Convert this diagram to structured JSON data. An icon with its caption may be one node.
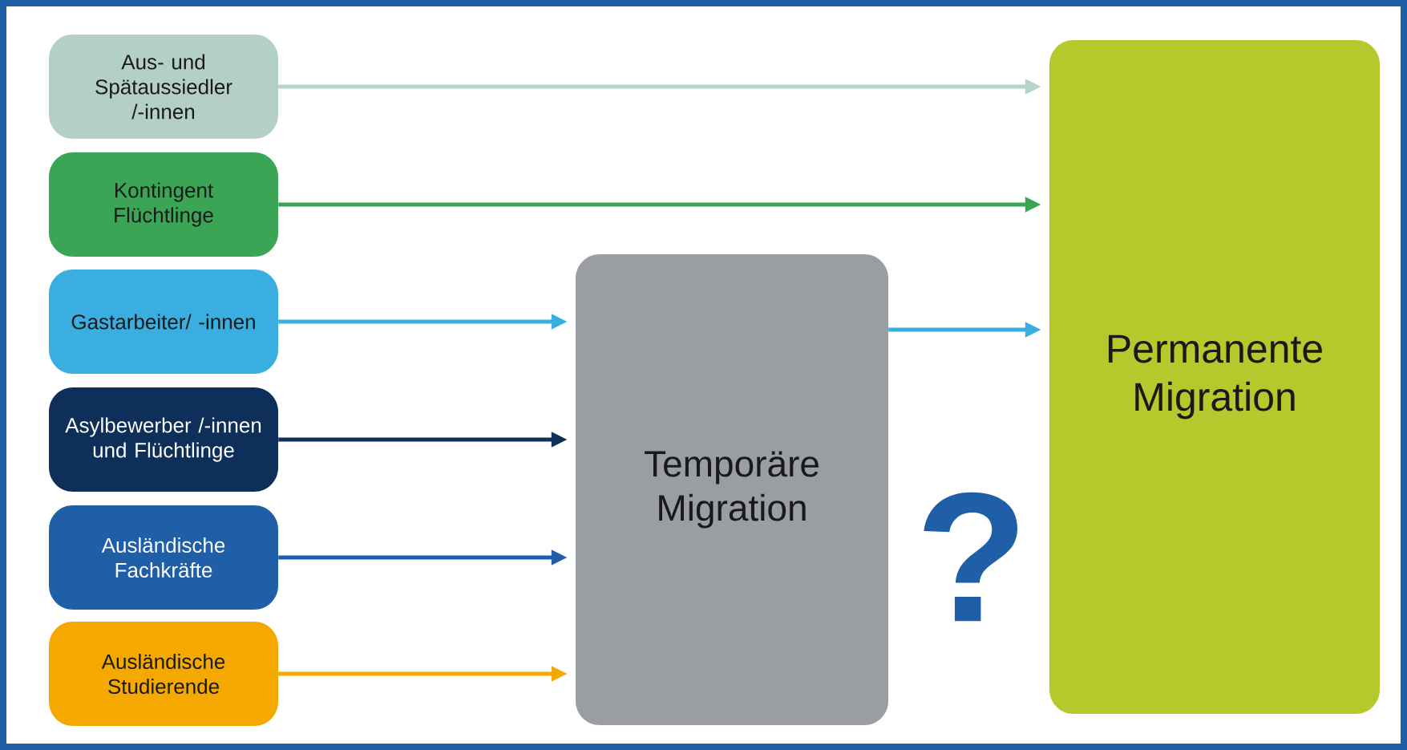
{
  "diagram": {
    "nodes": [
      {
        "text": [
          "Aus- und Spätaussiedler /-innen"
        ]
      },
      {
        "text": [
          "Kontingent Flüchtlinge"
        ]
      },
      {
        "text": [
          "Gastarbeiter/ -innen"
        ]
      },
      {
        "text": [
          "Asylbewerber /-innen und Flüchtlinge"
        ]
      },
      {
        "text": [
          "Ausländische Fachkräfte"
        ]
      },
      {
        "text": [
          "Ausländische Studierende"
        ]
      },
      {
        "text": [
          "Temporäre Migration"
        ]
      },
      {
        "text": [
          "Permanente Migration"
        ]
      }
    ],
    "edges": [
      {
        "from": 0,
        "to": 7,
        "arrow": "to",
        "color": "#b8d3cc"
      },
      {
        "from": 1,
        "to": 7,
        "arrow": "to",
        "color": "#3aa655"
      },
      {
        "from": 2,
        "to": 6,
        "arrow": "to",
        "color": "#3aaee0"
      },
      {
        "from": 3,
        "to": 6,
        "arrow": "to",
        "color": "#0d2f5a"
      },
      {
        "from": 4,
        "to": 6,
        "arrow": "to",
        "color": "#1f5fa8"
      },
      {
        "from": 5,
        "to": 6,
        "arrow": "to",
        "color": "#f5a800"
      },
      {
        "from": 6,
        "to": 7,
        "arrow": "to",
        "color": "#3aaee0"
      }
    ],
    "labels": [
      "?"
    ]
  }
}
